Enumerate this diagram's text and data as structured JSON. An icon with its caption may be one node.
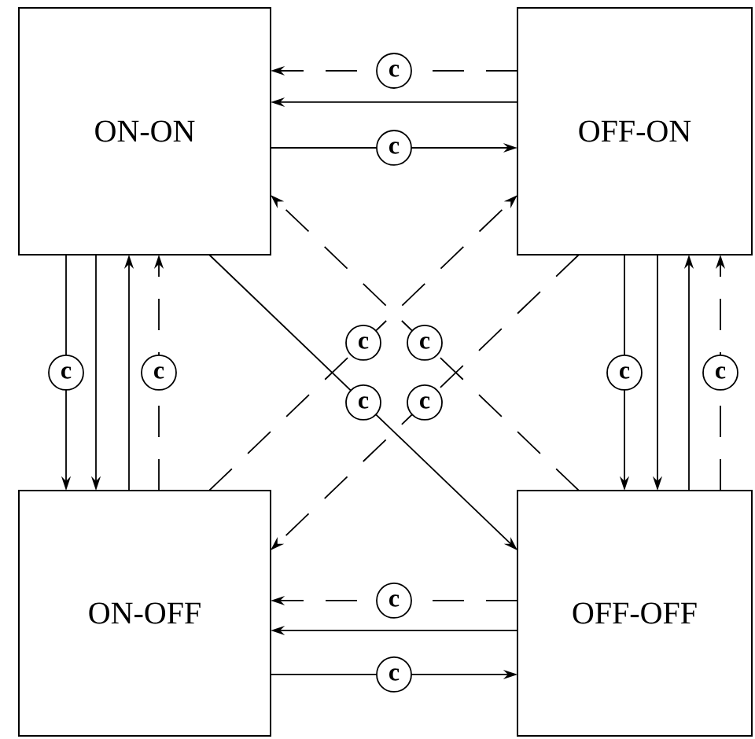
{
  "diagram": {
    "nodes": [
      {
        "text": [
          "ON-ON"
        ]
      },
      {
        "text": [
          "OFF-ON"
        ]
      },
      {
        "text": [
          "ON-OFF"
        ]
      },
      {
        "text": [
          "OFF-OFF"
        ]
      }
    ],
    "edges": [
      {
        "from": 1,
        "to": 0,
        "arrow": "to",
        "style": "dashed",
        "label": "c"
      },
      {
        "from": 1,
        "to": 0,
        "arrow": "to"
      },
      {
        "from": 0,
        "to": 1,
        "arrow": "to",
        "label": "c"
      },
      {
        "from": 0,
        "to": 2,
        "arrow": "to",
        "label": "c"
      },
      {
        "from": 0,
        "to": 2,
        "arrow": "to"
      },
      {
        "from": 2,
        "to": 0,
        "arrow": "to"
      },
      {
        "from": 2,
        "to": 0,
        "arrow": "to",
        "style": "dashed",
        "label": "c"
      },
      {
        "from": 1,
        "to": 3,
        "arrow": "to",
        "label": "c"
      },
      {
        "from": 1,
        "to": 3,
        "arrow": "to"
      },
      {
        "from": 3,
        "to": 1,
        "arrow": "to"
      },
      {
        "from": 3,
        "to": 1,
        "arrow": "to",
        "style": "dashed",
        "label": "c"
      },
      {
        "from": 0,
        "to": 3,
        "arrow": "to",
        "label": "c"
      },
      {
        "from": 2,
        "to": 1,
        "arrow": "to",
        "style": "dashed",
        "label": "c"
      },
      {
        "from": 3,
        "to": 0,
        "arrow": "to",
        "style": "dashed",
        "label": "c"
      },
      {
        "from": 1,
        "to": 2,
        "arrow": "to",
        "style": "dashed",
        "label": "c"
      },
      {
        "from": 3,
        "to": 2,
        "arrow": "to",
        "style": "dashed",
        "label": "c"
      },
      {
        "from": 3,
        "to": 2,
        "arrow": "to"
      },
      {
        "from": 2,
        "to": 3,
        "arrow": "to",
        "label": "c"
      }
    ]
  }
}
